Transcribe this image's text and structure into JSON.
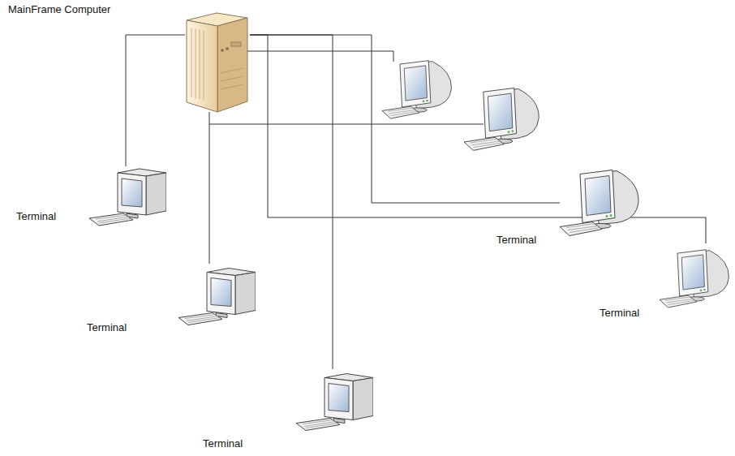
{
  "diagram": {
    "nodes": [
      {
        "text": [
          "MainFrame Computer"
        ]
      },
      {
        "text": [
          "Terminal"
        ]
      },
      {
        "text": [
          "Terminal"
        ]
      },
      {
        "text": [
          "Terminal"
        ]
      },
      {
        "text": [
          "Terminal"
        ]
      },
      {
        "text": [
          "Terminal"
        ]
      }
    ],
    "edges": [
      {
        "from": 0,
        "to": 1,
        "arrow": "none"
      },
      {
        "from": 0,
        "to": 2,
        "arrow": "none"
      },
      {
        "from": 0,
        "to": 3,
        "arrow": "none"
      },
      {
        "from": 0,
        "to": 4,
        "arrow": "none"
      },
      {
        "from": 0,
        "to": 5,
        "arrow": "none"
      }
    ]
  }
}
